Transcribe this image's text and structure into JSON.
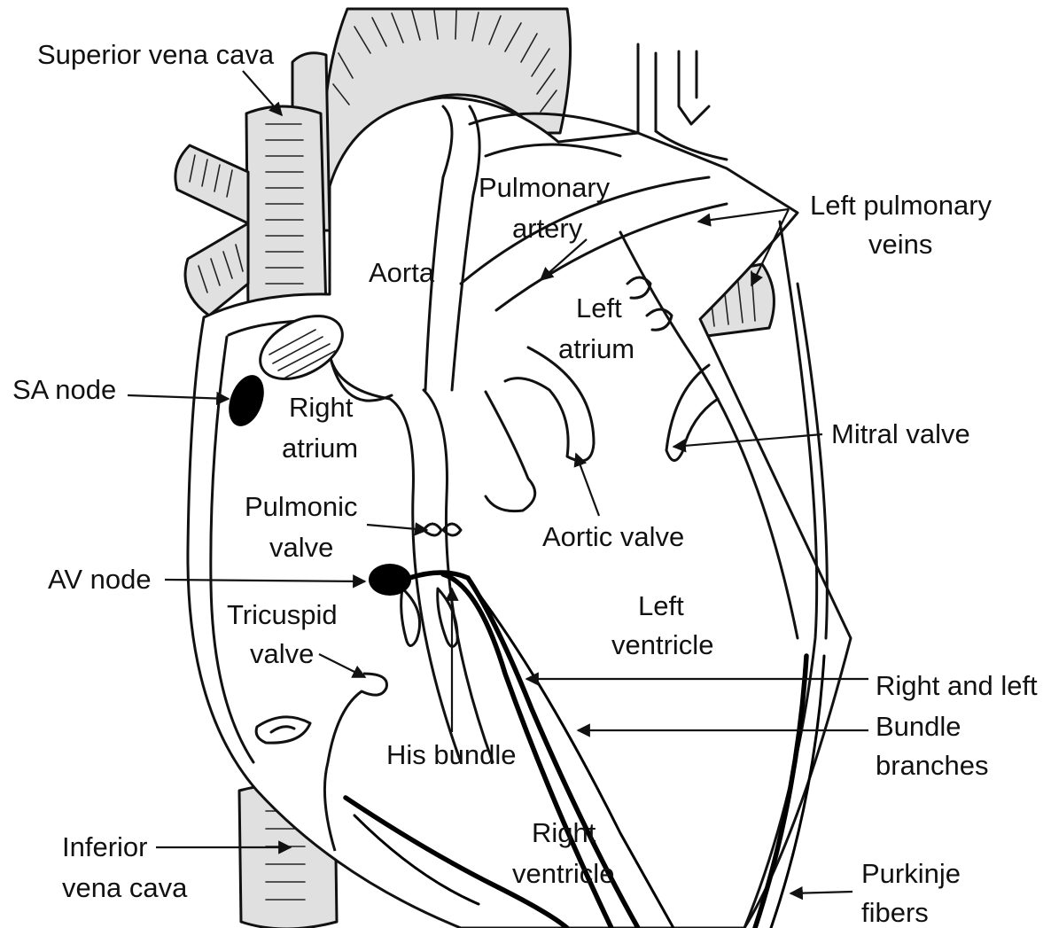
{
  "diagram": {
    "labels": {
      "superior_vena_cava": "Superior vena cava",
      "pulmonary_artery_1": "Pulmonary",
      "pulmonary_artery_2": "artery",
      "left_pulmonary_veins_1": "Left pulmonary",
      "left_pulmonary_veins_2": "veins",
      "aorta": "Aorta",
      "left_atrium_1": "Left",
      "left_atrium_2": "atrium",
      "sa_node": "SA node",
      "right_atrium_1": "Right",
      "right_atrium_2": "atrium",
      "mitral_valve": "Mitral valve",
      "pulmonic_valve_1": "Pulmonic",
      "pulmonic_valve_2": "valve",
      "aortic_valve": "Aortic valve",
      "av_node": "AV node",
      "left_ventricle_1": "Left",
      "left_ventricle_2": "ventricle",
      "tricuspid_valve_1": "Tricuspid",
      "tricuspid_valve_2": "valve",
      "bundle_branches_1": "Right and left",
      "bundle_branches_2": "Bundle",
      "bundle_branches_3": "branches",
      "his_bundle": "His bundle",
      "right_ventricle_1": "Right",
      "right_ventricle_2": "ventricle",
      "inferior_vena_cava_1": "Inferior",
      "inferior_vena_cava_2": "vena cava",
      "purkinje_fibers_1": "Purkinje",
      "purkinje_fibers_2": "fibers"
    }
  }
}
